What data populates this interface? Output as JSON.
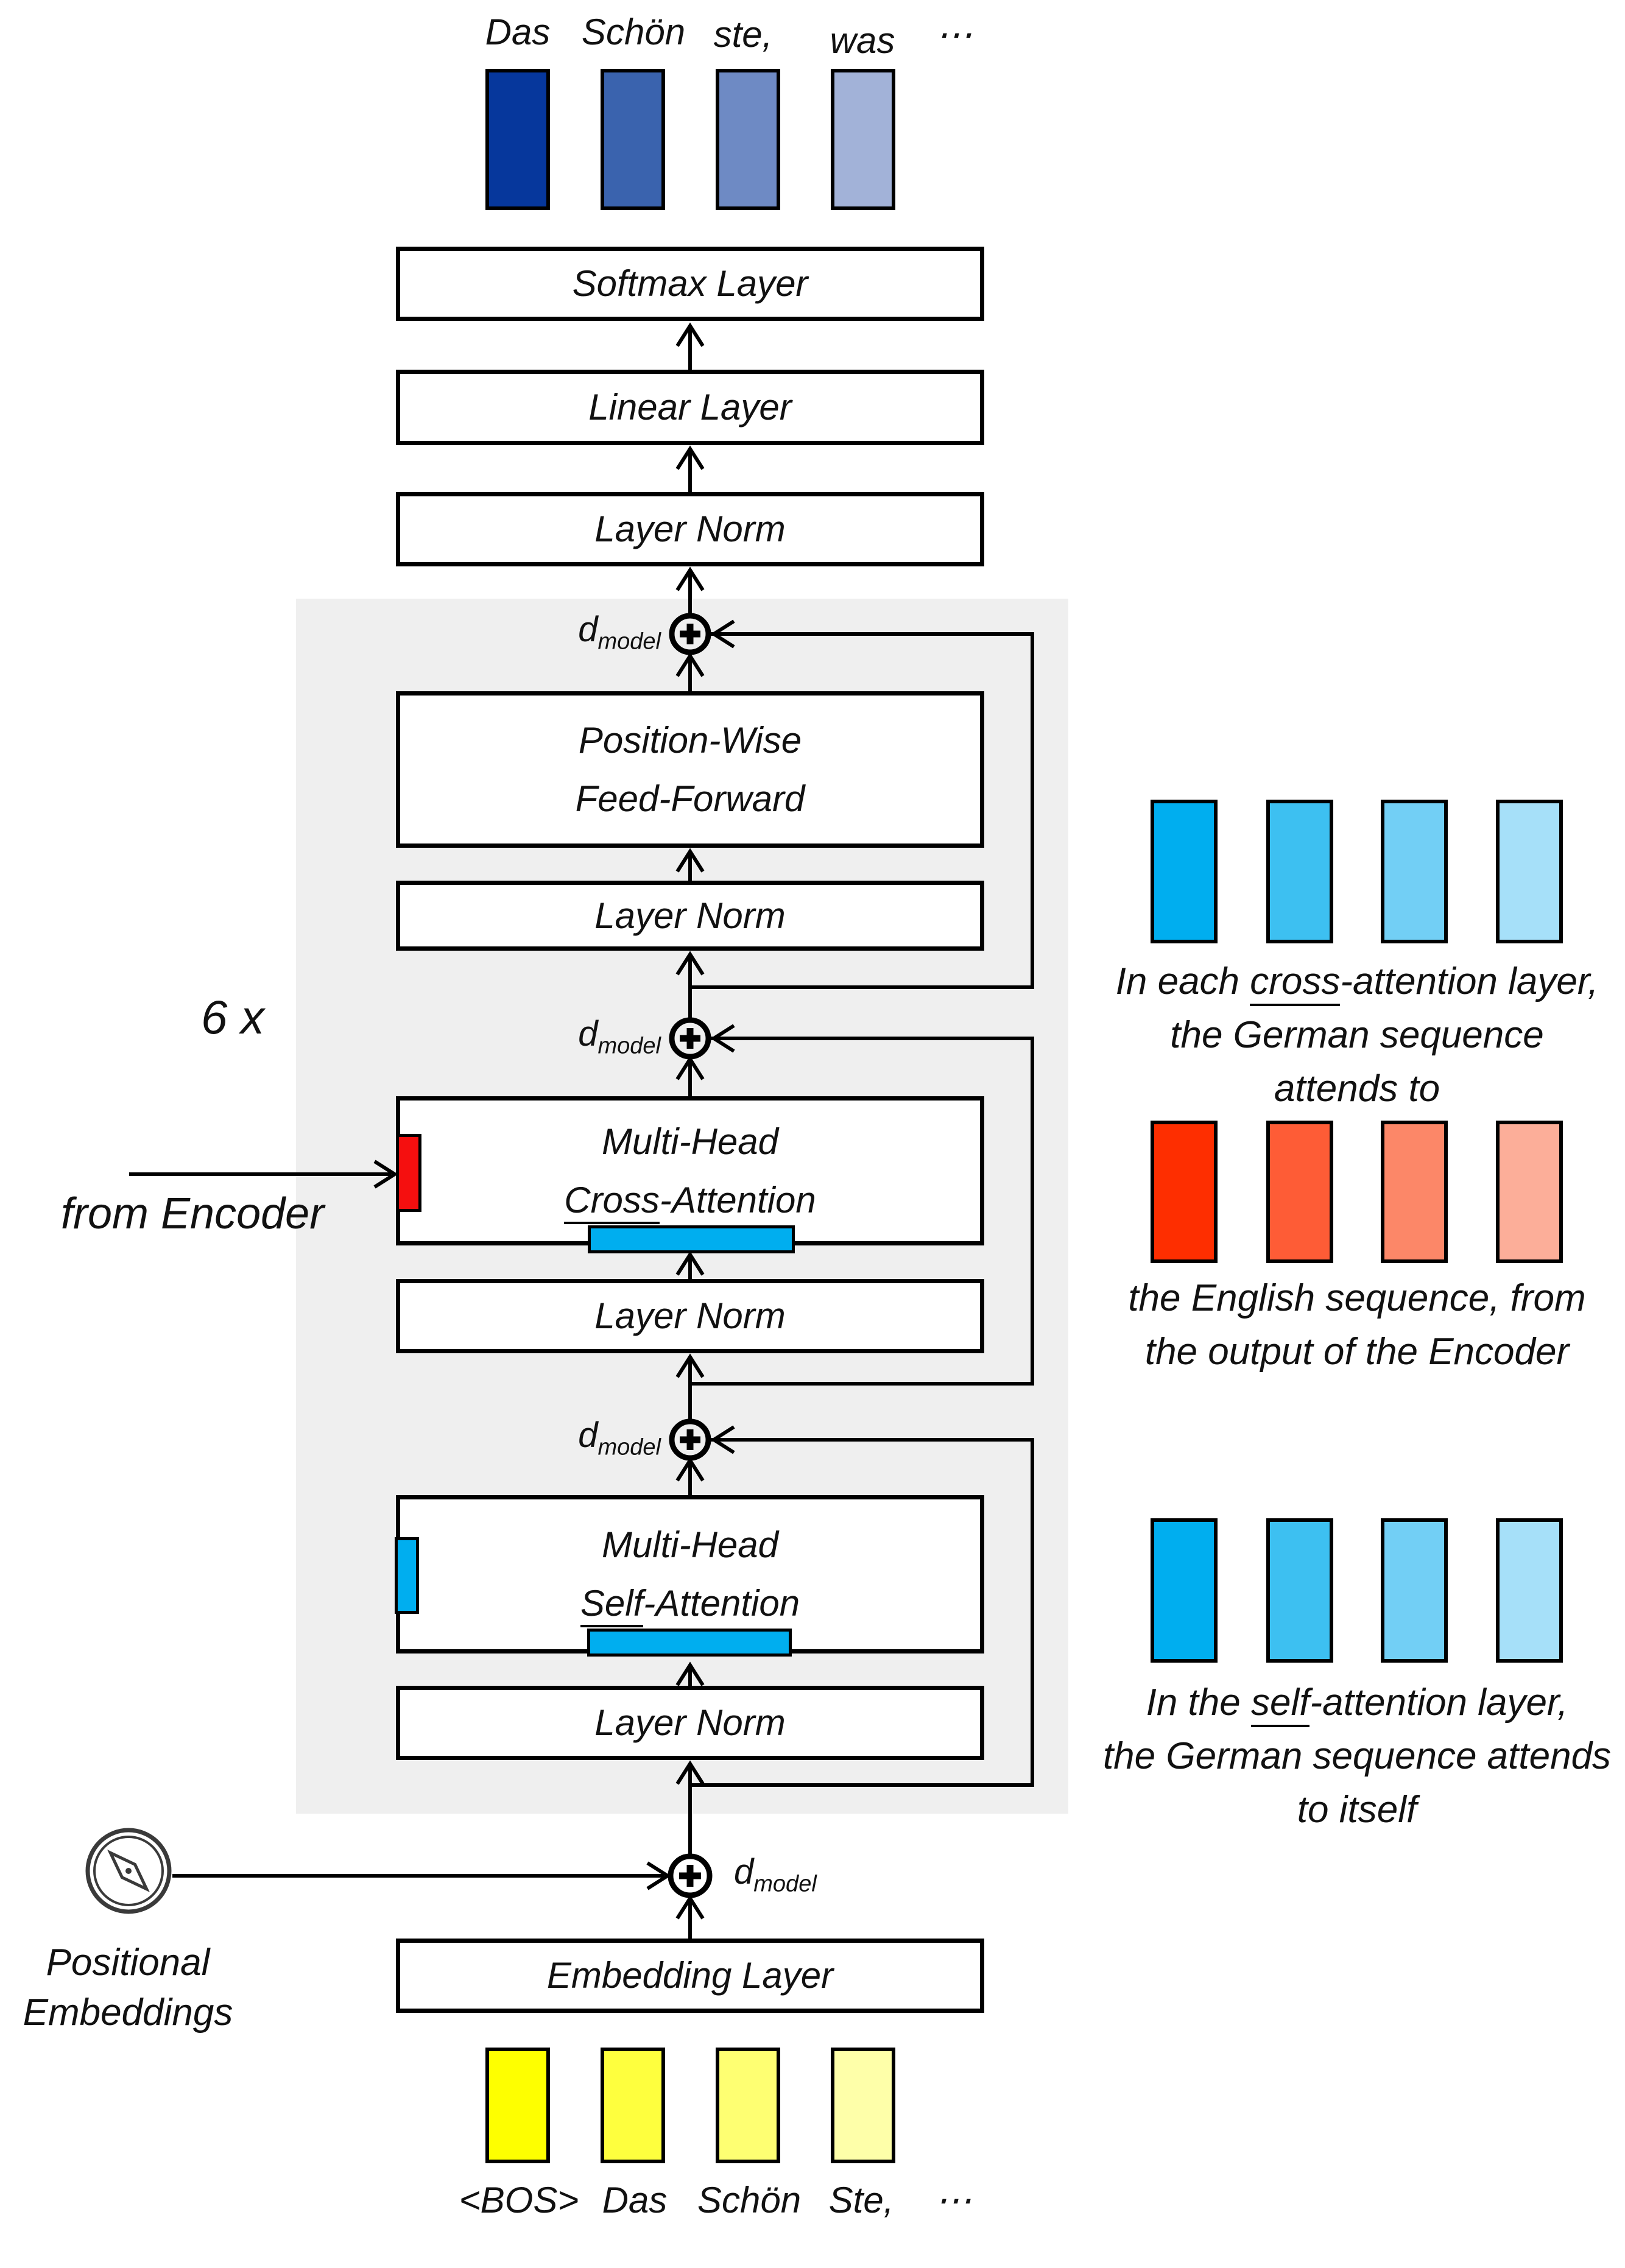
{
  "output_sequence": {
    "words": [
      "Das",
      "Schön",
      "ste,",
      "was",
      "⋯"
    ],
    "colors": [
      "#06379c",
      "#3a63ae",
      "#6e8ac4",
      "#a2b2d8"
    ]
  },
  "input_sequence": {
    "words": [
      "<BOS>",
      "Das",
      "Schön",
      "Ste,",
      "⋯"
    ],
    "colors": [
      "#feff00",
      "#feff3e",
      "#feff72",
      "#feffa9"
    ]
  },
  "layers": {
    "softmax": "Softmax Layer",
    "linear": "Linear Layer",
    "layer_norm": "Layer Norm",
    "ffn_line1": "Position-Wise",
    "ffn_line2": "Feed-Forward",
    "attn_line1": "Multi-Head",
    "cross_word": "Cross",
    "cross_suffix": "-Attention",
    "self_word": "Self",
    "self_suffix": "-Attention",
    "embedding": "Embedding Layer"
  },
  "labels": {
    "repeat": "6 x",
    "from_encoder": "from Encoder",
    "dmodel_base": "d",
    "dmodel_sub": "model",
    "positional_line1": "Positional",
    "positional_line2": "Embeddings"
  },
  "annotations": {
    "cross": {
      "pre": "In each ",
      "emph": "cross",
      "post": "-attention layer,",
      "line2": "the German sequence",
      "line3": "attends to"
    },
    "encoder_seq": {
      "line1": "the English sequence, from",
      "line2": "the output of the Encoder"
    },
    "selfattn": {
      "pre": "In the ",
      "emph": "self",
      "post": "-attention layer,",
      "line2": "the German sequence attends",
      "line3": "to itself"
    }
  },
  "right_tokens": {
    "german_colors": [
      "#00aeef",
      "#3dc0f1",
      "#72cff5",
      "#a6e0f9"
    ],
    "english_colors": [
      "#fe2e00",
      "#fe5c36",
      "#fc8768",
      "#fcae99"
    ]
  },
  "accents": {
    "gray_block": "#efefef",
    "encoder_feature": "#f50f0f",
    "decoder_feature": "#00aeef"
  }
}
